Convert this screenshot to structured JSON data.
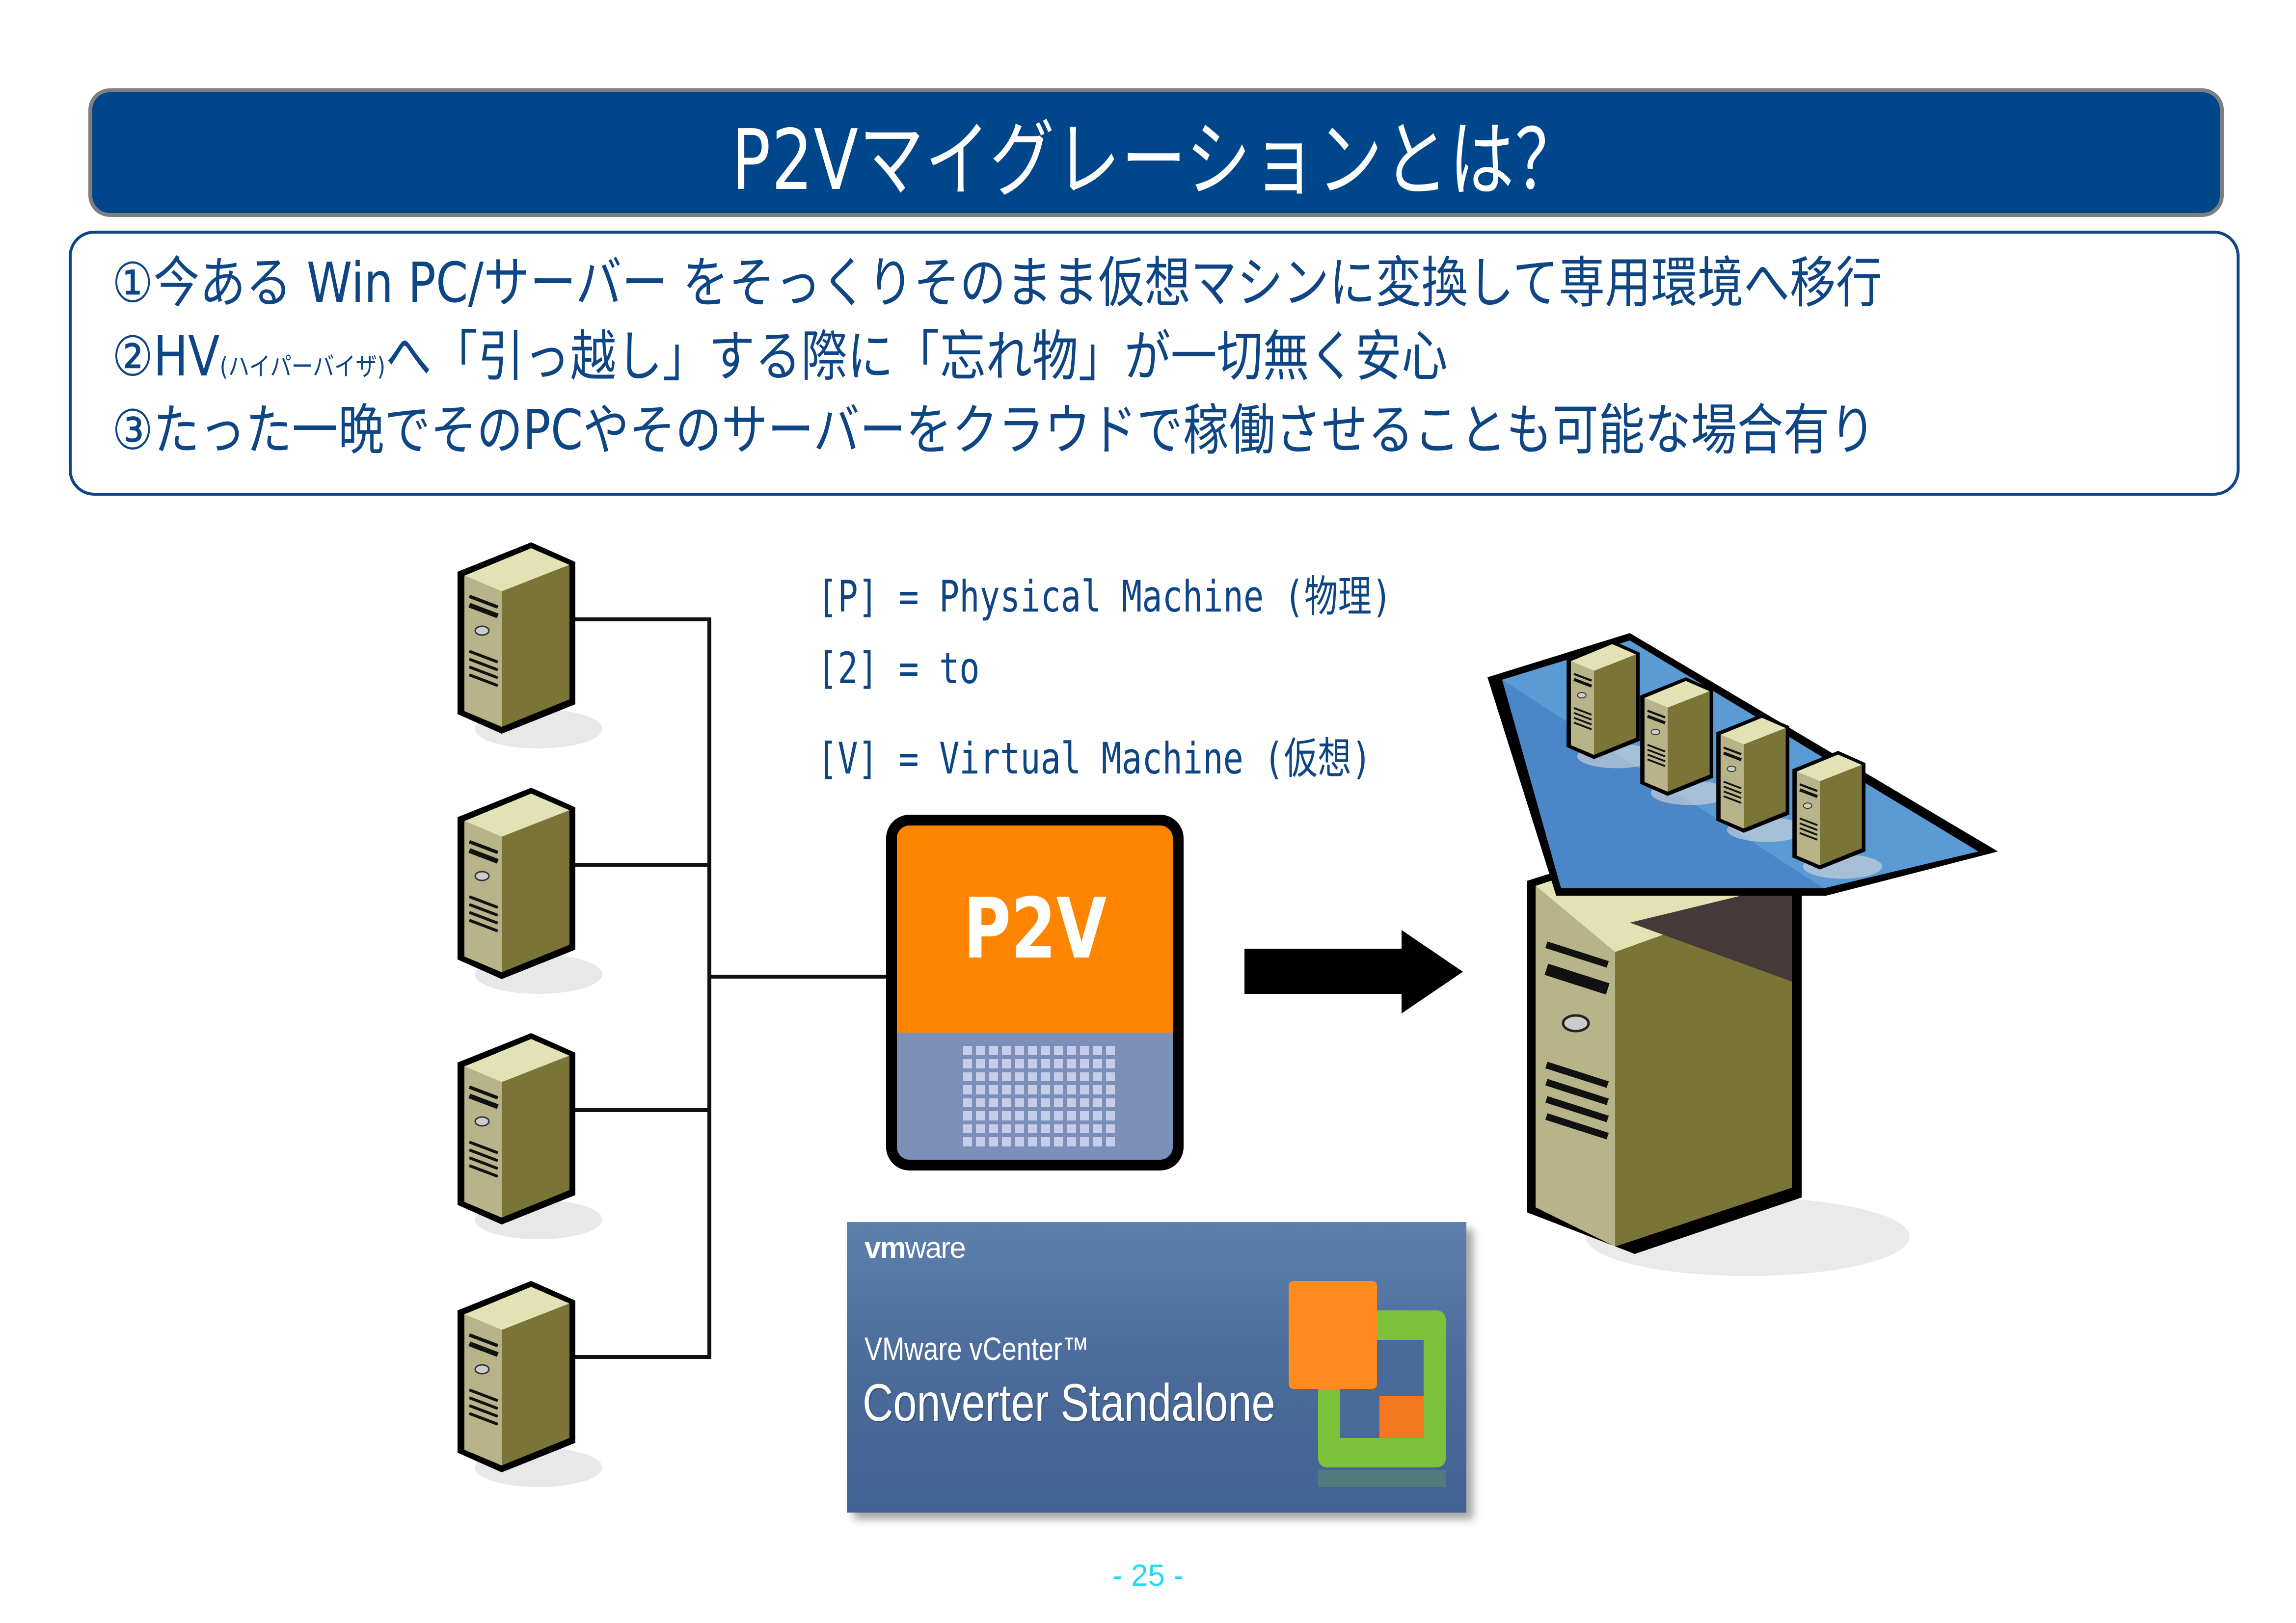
{
  "slide": {
    "title": "P2Vマイグレーションとは？",
    "points": [
      {
        "marker": "①",
        "text": "今ある Win PC/サーバー をそっくりそのまま仮想マシンに変換して専用環境へ移行"
      },
      {
        "marker": "②",
        "pre": "HV",
        "small": "(ハイパーバイザ)",
        "text": "へ「引っ越し」する際に「忘れ物」が一切無く安心"
      },
      {
        "marker": "③",
        "text": "たった一晩でそのPCやそのサーバーをクラウドで稼働させることも可能な場合有り"
      }
    ],
    "definitions": [
      {
        "key": "[P]",
        "eq": "=",
        "value": "Physical Machine (物理)"
      },
      {
        "key": "[2]",
        "eq": "=",
        "value": "to"
      },
      {
        "key": "[V]",
        "eq": "=",
        "value": "Virtual Machine (仮想)"
      }
    ],
    "diagram": {
      "physical_servers": 4,
      "virtual_machines": 4,
      "p2v_label": "P2V",
      "colors": {
        "orange": "#FF8400",
        "platform_blue": "#5B9BD5",
        "server_tan": "#b8b48a",
        "server_olive": "#7b7437"
      }
    },
    "vmware_banner": {
      "logo_bold": "vm",
      "logo_rest": "ware",
      "product_line1": "VMware vCenter™",
      "product_line2": "Converter Standalone"
    },
    "page_number": "- 25 -",
    "colors": {
      "title_bg": "#00468B",
      "text": "#0E4585",
      "page_number": "#1EDCF5"
    }
  }
}
